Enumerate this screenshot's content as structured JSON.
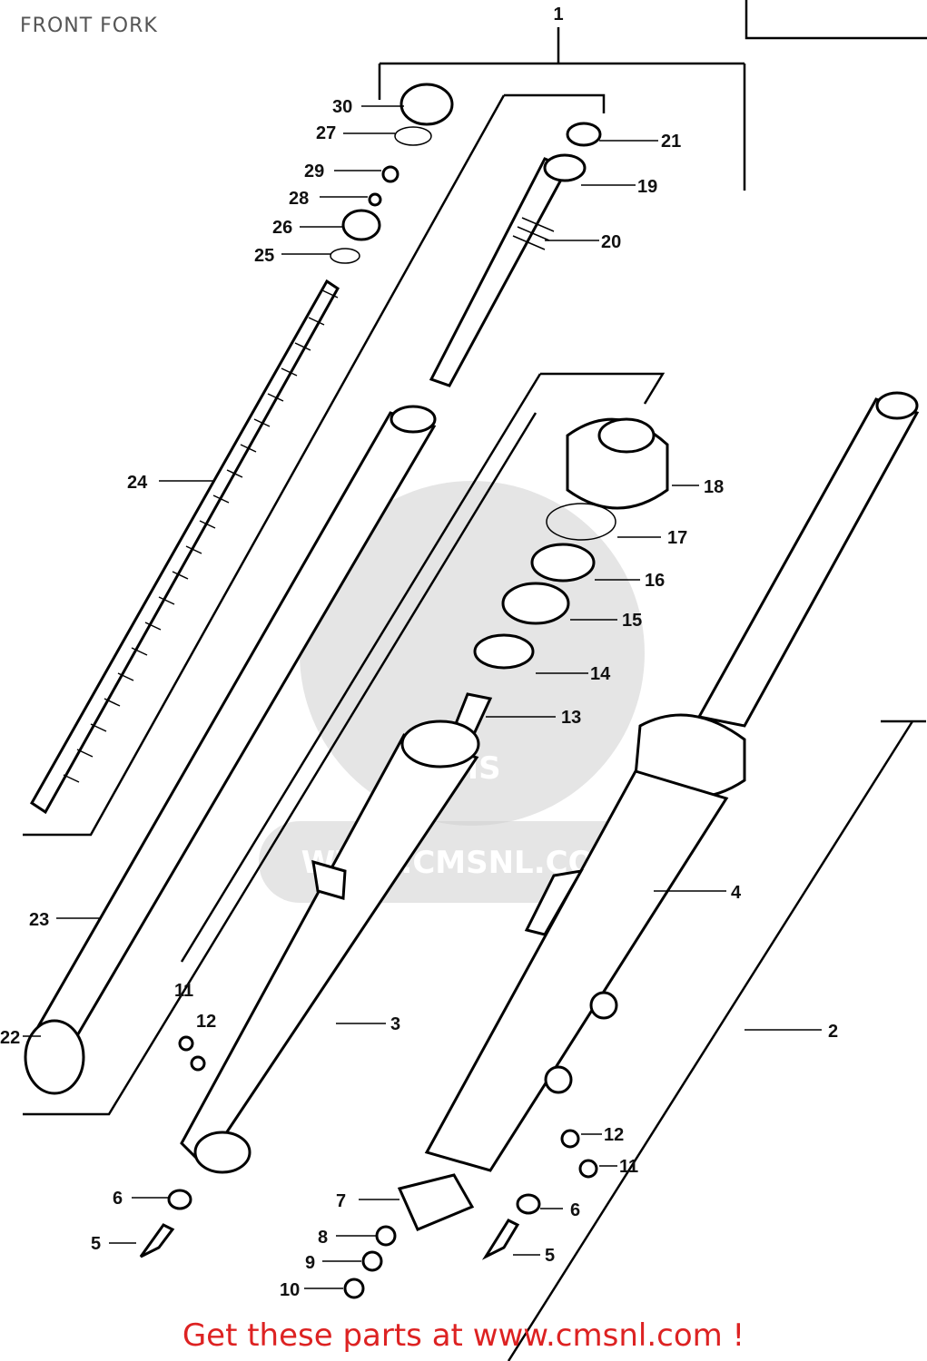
{
  "title": "FRONT FORK",
  "footer": {
    "prefix": "Get these parts at ",
    "link": "www.cmsnl.com",
    "suffix": " !"
  },
  "watermark": {
    "logo": "CMS",
    "url": "WWW.CMSNL.COM"
  },
  "parts": [
    {
      "id": "p1",
      "label": "1"
    },
    {
      "id": "p2",
      "label": "2"
    },
    {
      "id": "p3",
      "label": "3"
    },
    {
      "id": "p4",
      "label": "4"
    },
    {
      "id": "p5a",
      "label": "5"
    },
    {
      "id": "p5b",
      "label": "5"
    },
    {
      "id": "p6a",
      "label": "6"
    },
    {
      "id": "p6b",
      "label": "6"
    },
    {
      "id": "p7",
      "label": "7"
    },
    {
      "id": "p8",
      "label": "8"
    },
    {
      "id": "p9",
      "label": "9"
    },
    {
      "id": "p10",
      "label": "10"
    },
    {
      "id": "p11a",
      "label": "11"
    },
    {
      "id": "p11b",
      "label": "11"
    },
    {
      "id": "p12a",
      "label": "12"
    },
    {
      "id": "p12b",
      "label": "12"
    },
    {
      "id": "p13",
      "label": "13"
    },
    {
      "id": "p14",
      "label": "14"
    },
    {
      "id": "p15",
      "label": "15"
    },
    {
      "id": "p16",
      "label": "16"
    },
    {
      "id": "p17",
      "label": "17"
    },
    {
      "id": "p18",
      "label": "18"
    },
    {
      "id": "p19",
      "label": "19"
    },
    {
      "id": "p20",
      "label": "20"
    },
    {
      "id": "p21",
      "label": "21"
    },
    {
      "id": "p22",
      "label": "22"
    },
    {
      "id": "p23",
      "label": "23"
    },
    {
      "id": "p24",
      "label": "24"
    },
    {
      "id": "p25",
      "label": "25"
    },
    {
      "id": "p26",
      "label": "26"
    },
    {
      "id": "p27",
      "label": "27"
    },
    {
      "id": "p28",
      "label": "28"
    },
    {
      "id": "p29",
      "label": "29"
    },
    {
      "id": "p30",
      "label": "30"
    }
  ]
}
